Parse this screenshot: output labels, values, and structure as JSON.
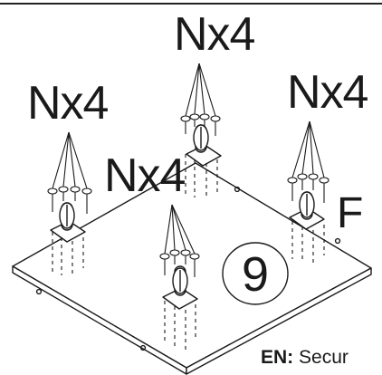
{
  "figure": {
    "quantity_labels": {
      "top": "Nx4",
      "left": "Nx4",
      "right": "Nx4",
      "middle": "Nx4"
    },
    "side_letter": "F",
    "step_number": "9",
    "caption": {
      "lang": "EN:",
      "text": "Secur"
    }
  },
  "colors": {
    "line": "#1a1a1a",
    "panel": "#ffffff"
  },
  "icons": {
    "caster": "caster-wheel-icon",
    "screw": "screw-icon"
  }
}
